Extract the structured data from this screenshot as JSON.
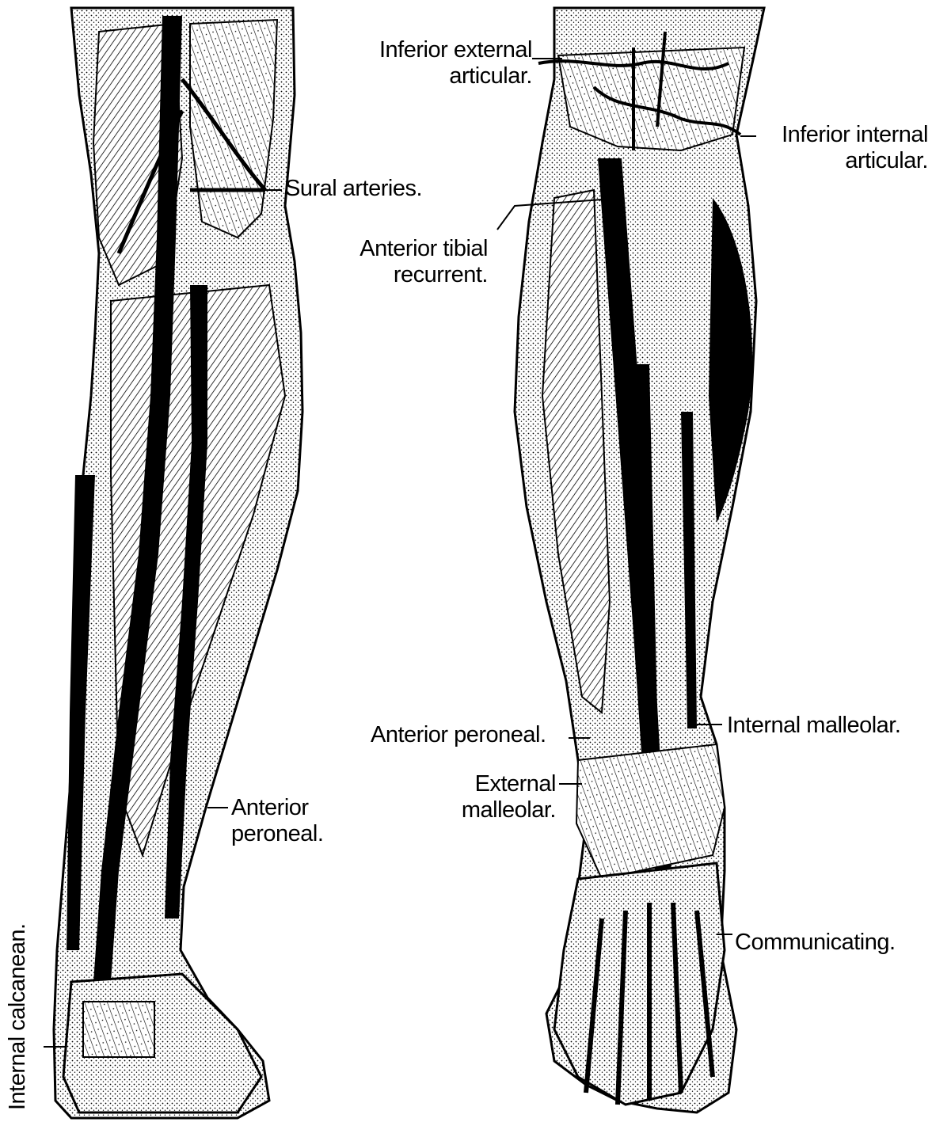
{
  "figure": {
    "views": [
      "posterior-leg-view",
      "anterior-leg-view"
    ],
    "ink_color": "#000000",
    "paper_color": "#ffffff"
  },
  "labels": {
    "sural_arteries": "Sural arteries.",
    "anterior_peroneal_left": [
      "Anterior",
      "peroneal."
    ],
    "internal_calcanean": "Internal calcanean.",
    "inferior_external_articular": [
      "Inferior external",
      "articular."
    ],
    "inferior_internal_articular": [
      "Inferior internal",
      "articular."
    ],
    "anterior_tibial_recurrent": [
      "Anterior tibial",
      "recurrent."
    ],
    "anterior_peroneal_right": "Anterior peroneal.",
    "internal_malleolar": "Internal malleolar.",
    "external_malleolar": [
      "External",
      "malleolar."
    ],
    "communicating": "Communicating."
  }
}
